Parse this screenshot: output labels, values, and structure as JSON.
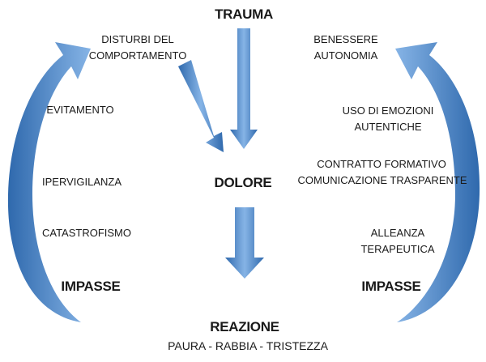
{
  "colors": {
    "arrow_light": "#86b4e6",
    "arrow_dark": "#2f69ad",
    "text": "#1a1a1a"
  },
  "center": {
    "top": "TRAUMA",
    "middle": "DOLORE",
    "bottom": "REAZIONE",
    "bottom_sub": "PAURA - RABBIA - TRISTEZZA"
  },
  "left": {
    "top_line1": "DISTURBI DEL",
    "top_line2": "COMPORTAMENTO",
    "item1": "EVITAMENTO",
    "item2": "IPERVIGILANZA",
    "item3": "CATASTROFISMO",
    "impasse": "IMPASSE"
  },
  "right": {
    "top_line1": "BENESSERE",
    "top_line2": "AUTONOMIA",
    "item1_line1": "USO DI EMOZIONI",
    "item1_line2": "AUTENTICHE",
    "item2_line1": "CONTRATTO FORMATIVO",
    "item2_line2": "COMUNICAZIONE TRASPARENTE",
    "item3_line1": "ALLEANZA",
    "item3_line2": "TERAPEUTICA",
    "impasse": "IMPASSE"
  }
}
